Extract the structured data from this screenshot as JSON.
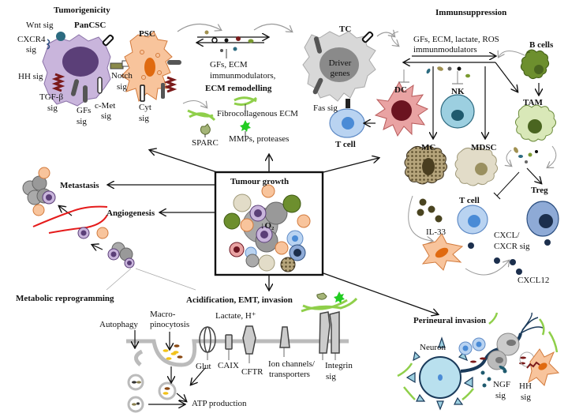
{
  "sections": {
    "tumorigenicity": {
      "title": "Tumorigenicity",
      "cells": {
        "pancsc": "PanCSC",
        "psc": "PSC"
      },
      "signals": {
        "wnt": "Wnt sig",
        "cxcr4_1": "CXCR4",
        "cxcr4_2": "sig",
        "hh": "HH sig",
        "tgfb_1": "TGF-β",
        "tgfb_2": "sig",
        "gfs_1": "GFs",
        "gfs_2": "sig",
        "cmet_1": "c-Met",
        "cmet_2": "sig",
        "notch_1": "Notch",
        "notch_2": "sig",
        "cyt_1": "Cyt",
        "cyt_2": "sig"
      }
    },
    "crosstalk": {
      "line1": "GFs, ECM",
      "line2": "immunmodulators,"
    },
    "ecm": {
      "title": "ECM remodelling",
      "fibro": "Fibrocollagenous ECM",
      "sparc": "SPARC",
      "mmps": "MMPs, proteases"
    },
    "tc": {
      "title": "TC",
      "driver_1": "Driver",
      "driver_2": "genes",
      "fas": "Fas sig",
      "tcell": "T cell"
    },
    "immunsuppression": {
      "title": "Immunsuppression",
      "line1": "GFs, ECM, lactate, ROS",
      "line2": "immunmodulators",
      "cells": {
        "dc": "DC",
        "nk": "NK",
        "bcells": "B cells",
        "tam": "TAM",
        "mc": "MC",
        "mdsc": "MDSC",
        "treg": "Treg",
        "tcell": "T cell"
      },
      "il33": "IL-33",
      "cxcl_1": "CXCL/",
      "cxcl_2": "CXCR sig",
      "cxcl12": "CXCL12"
    },
    "center": {
      "title": "Tumour growth",
      "o2": "↓O₂"
    },
    "metastasis": {
      "title": "Metastasis"
    },
    "angiogenesis": {
      "title": "Angiogenesis"
    },
    "metabolic": {
      "title": "Metabolic reprogramming",
      "autophagy": "Autophagy",
      "macro_1": "Macro-",
      "macro_2": "pinocytosis",
      "glut": "Glut",
      "atp": "ATP production"
    },
    "acidification": {
      "title": "Acidification, EMT, invasion",
      "lactate": "Lactate, H⁺",
      "caix": "CAIX",
      "cftr": "CFTR",
      "ion_1": "Ion channels/",
      "ion_2": "transporters",
      "integrin_1": "Integrin",
      "integrin_2": "sig"
    },
    "perineural": {
      "title": "Perineural invasion",
      "neuron": "Neuron",
      "ngf_1": "NGF",
      "ngf_2": "sig",
      "hh_1": "HH",
      "hh_2": "sig"
    }
  },
  "colors": {
    "pancsc": "#c9b5dc",
    "pancsc_nucleus": "#5b3f78",
    "psc": "#f8c49c",
    "psc_nucleus": "#e06a10",
    "tc": "#d8d8d8",
    "tc_nucleus": "#8a8a8a",
    "dc": "#e9a3a3",
    "dc_nucleus": "#6b1420",
    "nk": "#9ccfe0",
    "nk_nucleus": "#1f5a6e",
    "tcell": "#b9d3f1",
    "tcell_nucleus": "#4a8bd6",
    "bcell": "#6d8f2e",
    "tam": "#d9e8b8",
    "mc": "#a59064",
    "mdsc": "#e2dcc8",
    "treg": "#8eaad6",
    "treg_nucleus": "#1c2f4d",
    "vessel": "#e51b1b",
    "ecm_fiber": "#8fcf4a",
    "mmp": "#22cc22"
  }
}
